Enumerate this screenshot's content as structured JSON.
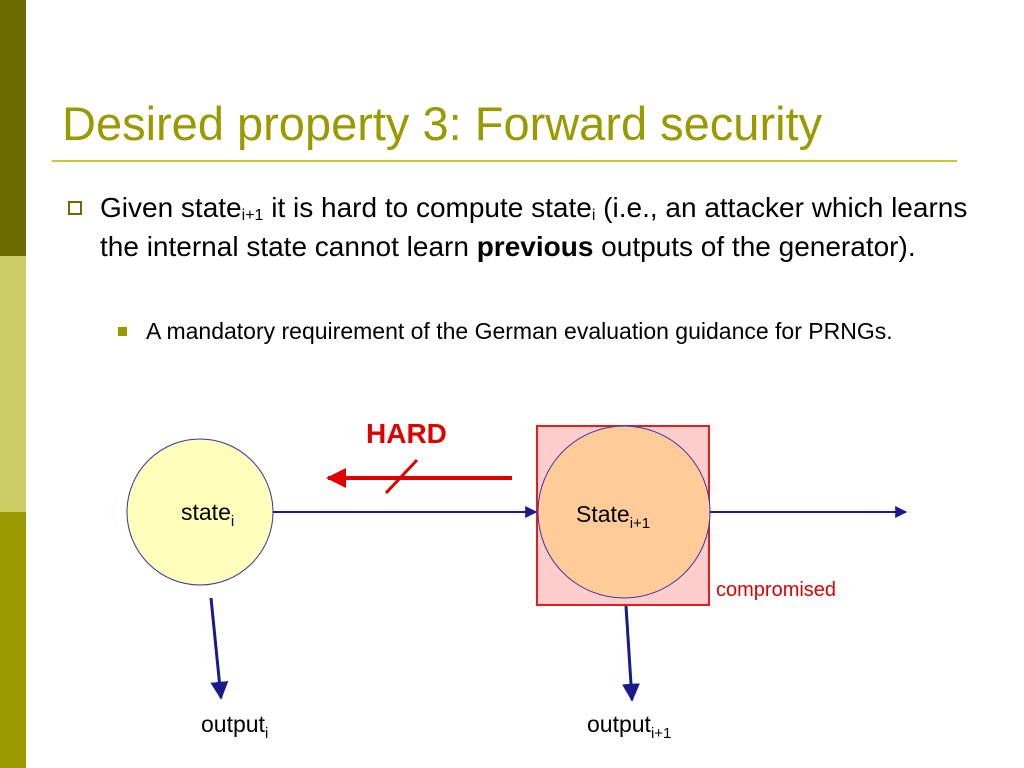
{
  "slide": {
    "title": "Desired property 3: Forward security",
    "colors": {
      "title": "#9a9a00",
      "rule": "#c8c830",
      "sidebar_top": "#6b6b00",
      "sidebar_mid": "#cccc66",
      "sidebar_bottom": "#9a9a00"
    },
    "bullets": [
      {
        "p1": "Given state",
        "s1": "i+1",
        "p2": " it is hard to compute state",
        "s2": "i",
        "p3": " (i.e., an attacker which learns the internal state cannot learn ",
        "bold": "previous",
        "p4": " outputs of the generator)."
      }
    ],
    "subbullets": [
      "A mandatory requirement of the German evaluation guidance for PRNGs."
    ]
  },
  "diagram": {
    "state_i": {
      "base": "state",
      "sub": "i",
      "fill": "#ffffbb"
    },
    "state_next": {
      "base": "State",
      "sub": "i+1",
      "fill": "#ffcc99"
    },
    "hard_label": "HARD",
    "compromised_label": "compromised",
    "output_i": {
      "base": "output",
      "sub": "i"
    },
    "output_next": {
      "base": "output",
      "sub": "i+1"
    },
    "colors": {
      "arrow": "#1a1a8c",
      "hard": "#e00000",
      "box_fill": "#ffcccc",
      "box_stroke": "#e02020"
    }
  }
}
